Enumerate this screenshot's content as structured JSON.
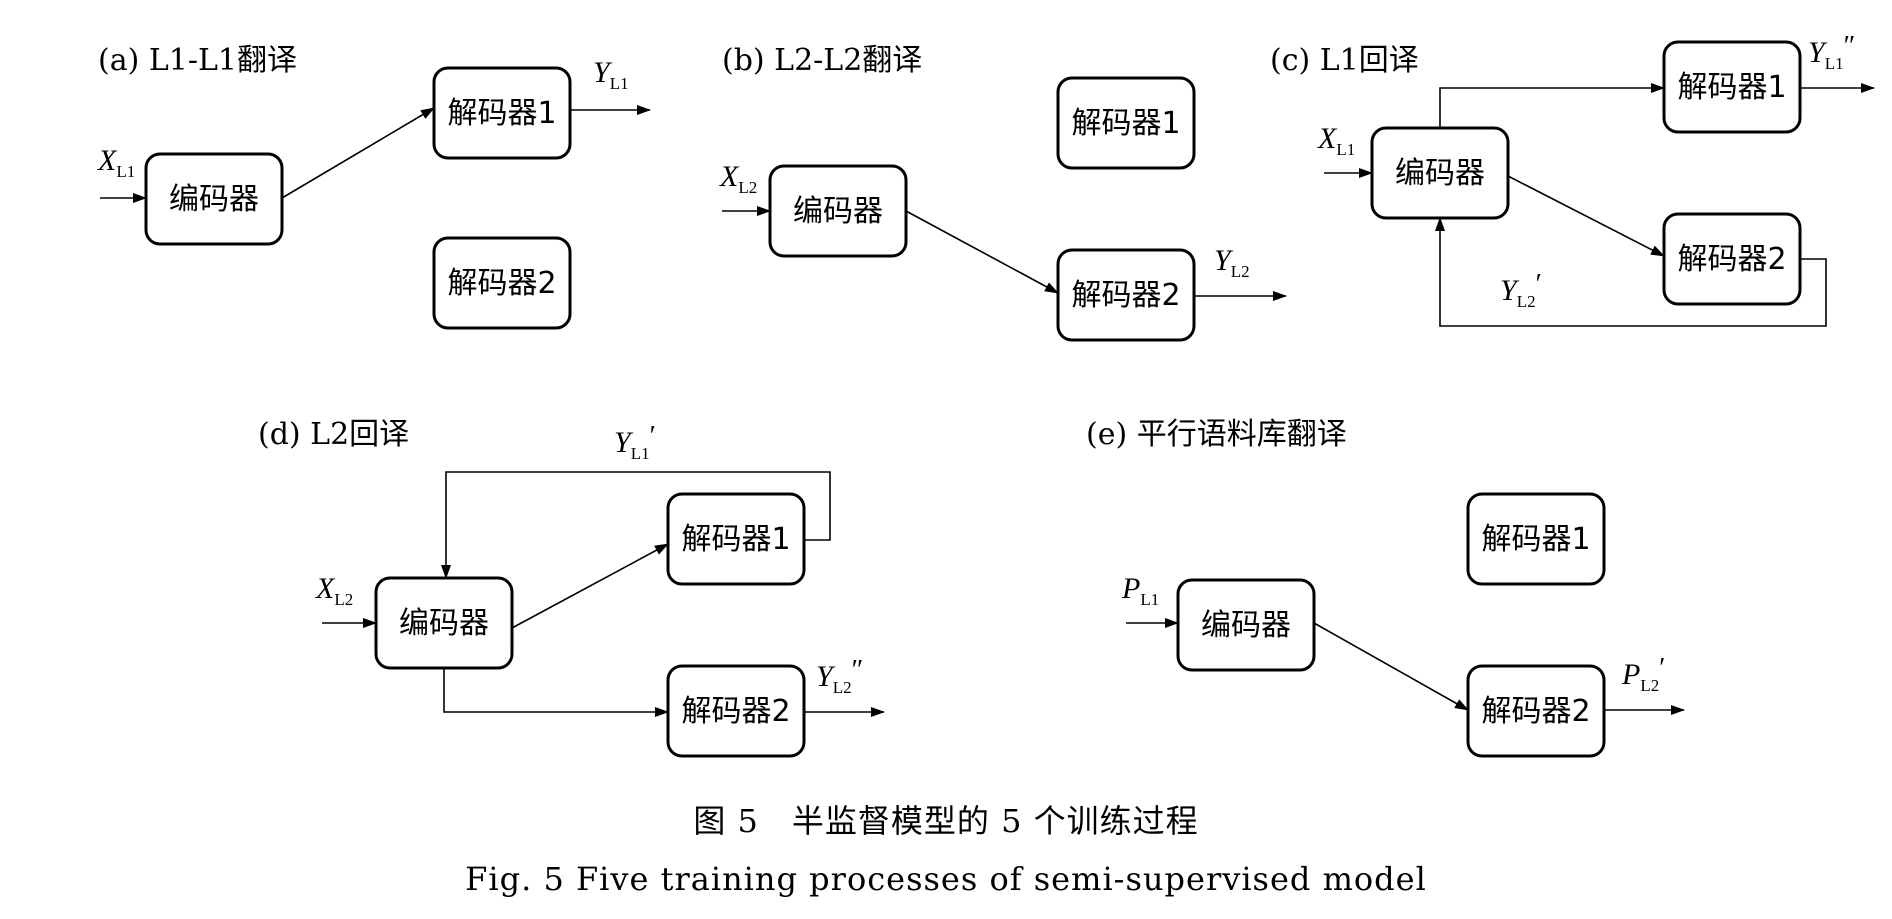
{
  "panels": {
    "a": {
      "title": "(a) L1-L1翻译",
      "enc": "编码器",
      "dec1": "解码器1",
      "dec2": "解码器2",
      "in_var": "X",
      "in_sub": "L1",
      "out_var": "Y",
      "out_sub": "L1"
    },
    "b": {
      "title": "(b) L2-L2翻译",
      "enc": "编码器",
      "dec1": "解码器1",
      "dec2": "解码器2",
      "in_var": "X",
      "in_sub": "L2",
      "out_var": "Y",
      "out_sub": "L2"
    },
    "c": {
      "title": "(c) L1回译",
      "enc": "编码器",
      "dec1": "解码器1",
      "dec2": "解码器2",
      "in_var": "X",
      "in_sub": "L1",
      "out_var": "Y",
      "out_sub": "L1",
      "out_prime": "″",
      "fb_var": "Y",
      "fb_sub": "L2",
      "fb_prime": "′"
    },
    "d": {
      "title": "(d) L2回译",
      "enc": "编码器",
      "dec1": "解码器1",
      "dec2": "解码器2",
      "in_var": "X",
      "in_sub": "L2",
      "out_var": "Y",
      "out_sub": "L2",
      "out_prime": "″",
      "fb_var": "Y",
      "fb_sub": "L1",
      "fb_prime": "′"
    },
    "e": {
      "title": "(e) 平行语料库翻译",
      "enc": "编码器",
      "dec1": "解码器1",
      "dec2": "解码器2",
      "in_var": "P",
      "in_sub": "L1",
      "out_var": "P",
      "out_sub": "L2",
      "out_prime": "′"
    }
  },
  "caption": {
    "cn": "图 5　半监督模型的 5 个训练过程",
    "en": "Fig. 5  Five training processes of semi-supervised model"
  }
}
